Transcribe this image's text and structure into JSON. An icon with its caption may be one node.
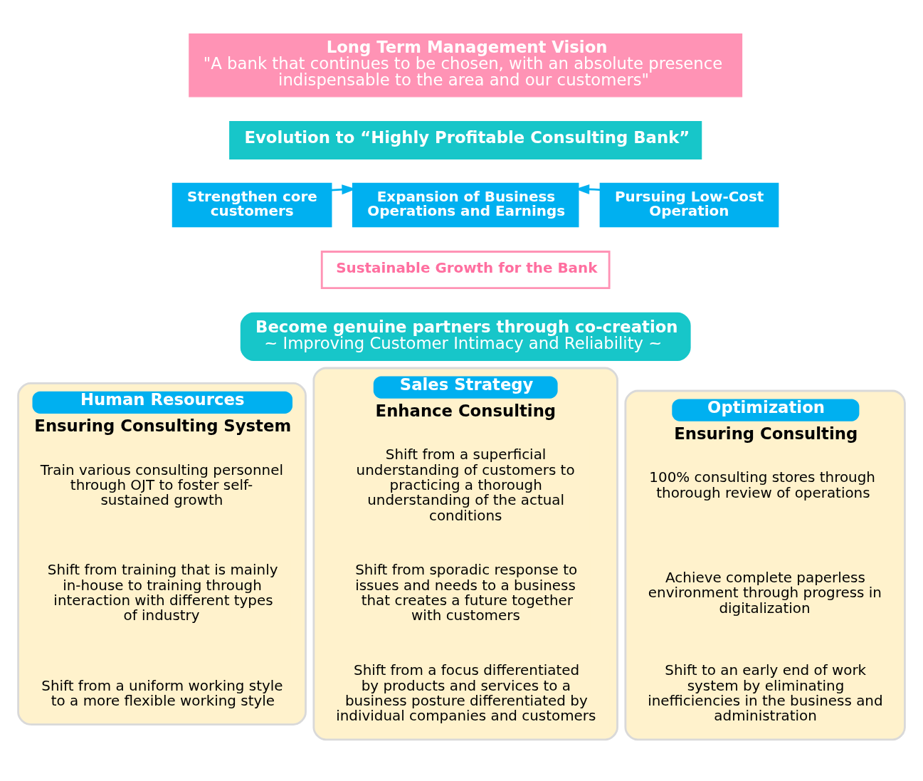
{
  "diagram": {
    "nodes": [
      {
        "text": [
          "Long Term Management Vision",
          "\"A bank that continues to be chosen, with an absolute presence indispensable to the area and our customers\""
        ]
      },
      {
        "text": [
          "Evolution to “Highly Profitable Consulting Bank”"
        ]
      },
      {
        "text": [
          "Strengthen core customers"
        ]
      },
      {
        "text": [
          "Expansion of Business Operations and Earnings"
        ]
      },
      {
        "text": [
          "Pursuing Low-Cost Operation"
        ]
      },
      {
        "text": [
          "Sustainable Growth for the Bank"
        ]
      },
      {
        "text": [
          "Become genuine partners through co-creation",
          "~ Improving Customer Intimacy and Reliability ~"
        ]
      },
      {
        "text": [
          "Human Resources",
          "Ensuring Consulting System"
        ]
      },
      {
        "text": [
          "Train various consulting personnel through OJT to foster self-sustained growth"
        ],
        "in": 7
      },
      {
        "text": [
          "Shift from training that is mainly in-house to training through interaction with different types of industry"
        ],
        "in": 7
      },
      {
        "text": [
          "Shift from a uniform working style to a more flexible working style"
        ],
        "in": 7
      },
      {
        "text": [
          "Sales Strategy",
          "Enhance Consulting"
        ]
      },
      {
        "text": [
          "Shift from a superficial understanding of customers to practicing a thorough understanding of the actual conditions"
        ],
        "in": 11
      },
      {
        "text": [
          "Shift from sporadic response to issues and needs to a business that creates a future together with customers"
        ],
        "in": 11
      },
      {
        "text": [
          "Shift from a focus differentiated by products and services to a business posture differentiated by individual companies and customers"
        ],
        "in": 11
      },
      {
        "text": [
          "Optimization",
          "Ensuring Consulting"
        ]
      },
      {
        "text": [
          "100% consulting stores through thorough review of operations"
        ],
        "in": 15
      },
      {
        "text": [
          "Achieve complete paperless environment through progress in digitalization"
        ],
        "in": 15
      },
      {
        "text": [
          "Shift to an early end of work system by eliminating inefficiencies in the business and administration"
        ],
        "in": 15
      }
    ],
    "edges": [
      {
        "from": 2,
        "to": 3,
        "arrow": "to"
      },
      {
        "from": 4,
        "to": 3,
        "arrow": "to"
      }
    ]
  }
}
